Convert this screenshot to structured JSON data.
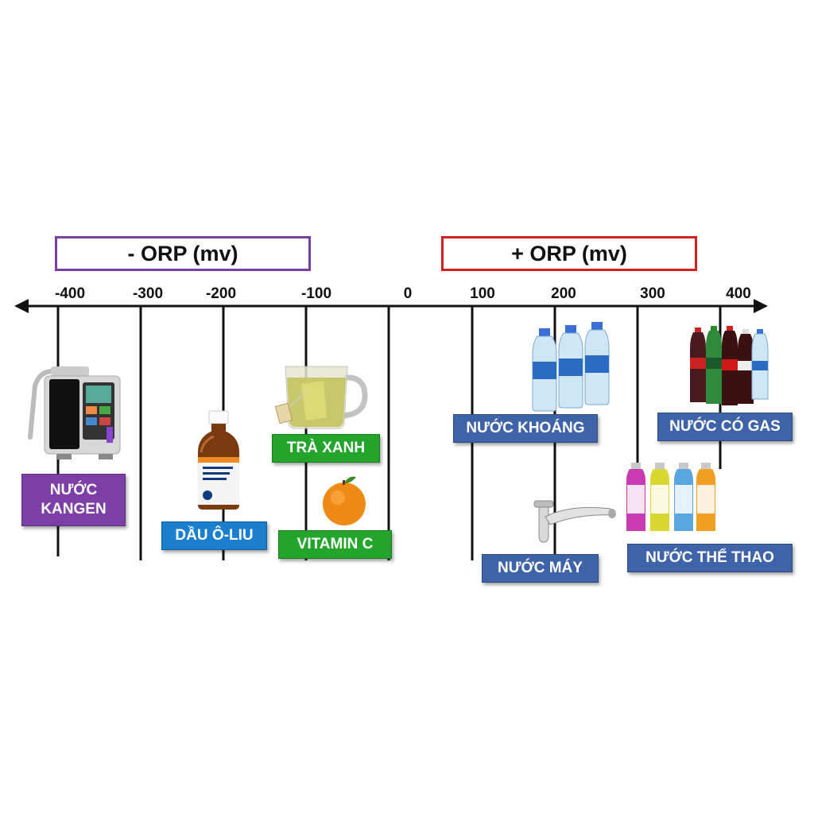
{
  "headers": {
    "negative": {
      "text": "- ORP (mv)",
      "border_color": "#7a3fa0"
    },
    "positive": {
      "text": "+ ORP (mv)",
      "border_color": "#d42020"
    }
  },
  "axis_ticks": [
    "-400",
    "-300",
    "-200",
    "-100",
    "0",
    "100",
    "200",
    "300",
    "400"
  ],
  "items": {
    "kangen": {
      "label": "NƯỚC\nKANGEN",
      "color": "#7b3fa6",
      "illustration": "kangen-machine-icon"
    },
    "olive": {
      "label": "DẦU Ô-LIU",
      "color": "#1a7fcf",
      "illustration": "oil-bottle-icon"
    },
    "green_tea": {
      "label": "TRÀ XANH",
      "color": "#22a52a",
      "illustration": "tea-mug-icon"
    },
    "vitamin_c": {
      "label": "VITAMIN C",
      "color": "#22a52a",
      "illustration": "orange-icon"
    },
    "mineral": {
      "label": "NƯỚC KHOÁNG",
      "color": "#3f63a8",
      "illustration": "water-bottles-icon"
    },
    "tap": {
      "label": "NƯỚC MÁY",
      "color": "#3f63a8",
      "illustration": "faucet-icon"
    },
    "soda": {
      "label": "NƯỚC CÓ GAS",
      "color": "#3f63a8",
      "illustration": "soda-bottles-icon"
    },
    "sports": {
      "label": "NƯỚC THỂ THAO",
      "color": "#3f63a8",
      "illustration": "sports-drinks-icon"
    }
  }
}
